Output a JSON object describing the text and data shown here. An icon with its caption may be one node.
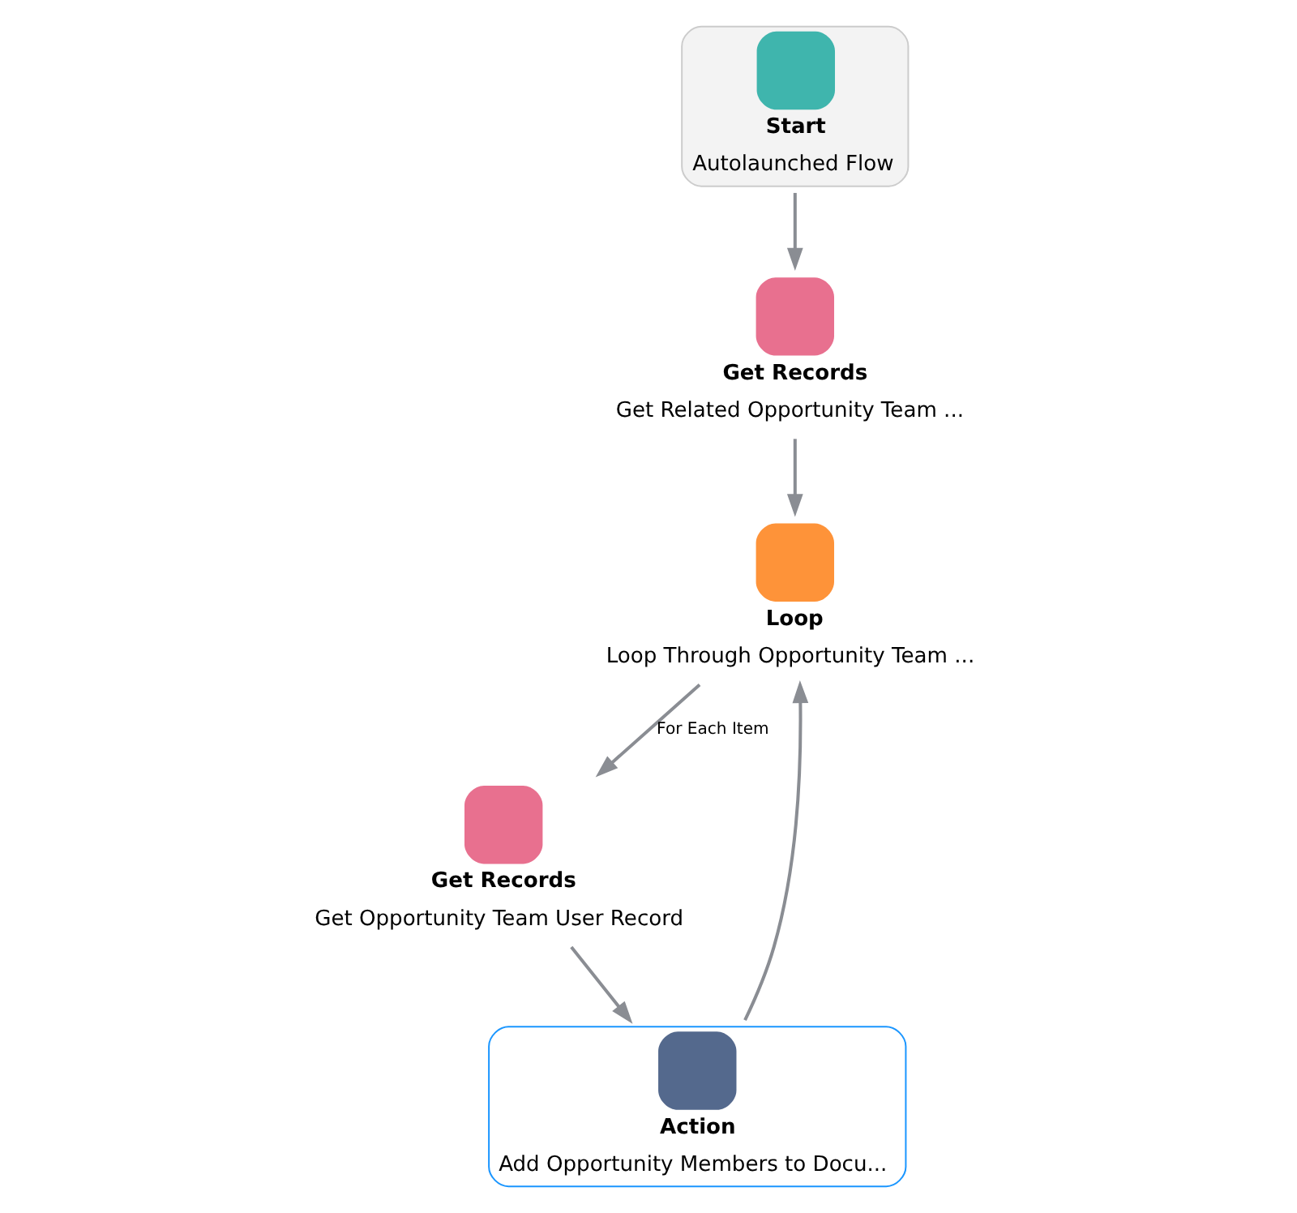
{
  "diagram": {
    "nodes": [
      {
        "text": [
          "Start",
          "Autolaunched Flow"
        ]
      },
      {
        "text": [
          "Get Records",
          "Get Related Opportunity Team ..."
        ]
      },
      {
        "text": [
          "Loop",
          "Loop Through Opportunity Team ..."
        ]
      },
      {
        "text": [
          "Get Records",
          "Get Opportunity Team User Record"
        ]
      },
      {
        "text": [
          "Action",
          "Add Opportunity Members to Docu..."
        ]
      }
    ],
    "edges": [
      {
        "from": 0,
        "to": 1,
        "arrow": "to"
      },
      {
        "from": 1,
        "to": 2,
        "arrow": "to"
      },
      {
        "from": 2,
        "to": 3,
        "arrow": "to",
        "label": "For Each Item"
      },
      {
        "from": 3,
        "to": 4,
        "arrow": "to"
      },
      {
        "from": 4,
        "to": 2,
        "arrow": "to"
      }
    ]
  }
}
